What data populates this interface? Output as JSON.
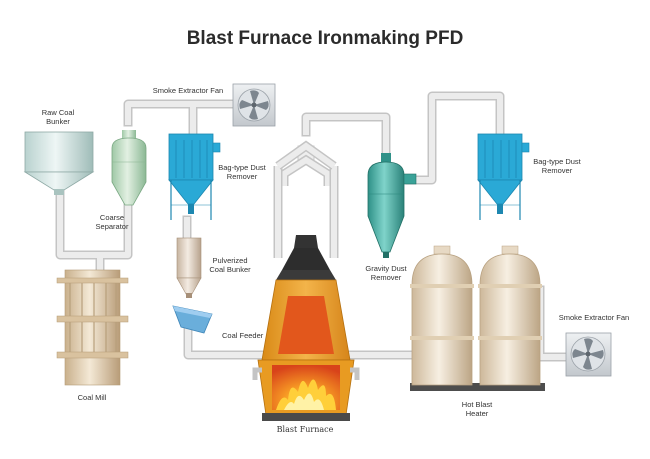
{
  "title": "Blast Furnace Ironmaking PFD",
  "labels": {
    "raw_coal_bunker": [
      "Raw Coal",
      "Bunker"
    ],
    "coarse_separator": [
      "Coarse",
      "Separator"
    ],
    "coal_mill": "Coal Mill",
    "smoke_fan_top": "Smoke Extractor Fan",
    "bag_dust_left": [
      "Bag-type Dust",
      "Remover"
    ],
    "pulverized_bunker": [
      "Pulverized",
      "Coal Bunker"
    ],
    "coal_feeder": "Coal Feeder",
    "blast_furnace": "Blast Furnace",
    "gravity_dust": [
      "Gravity Dust",
      "Remover"
    ],
    "bag_dust_right": [
      "Bag-type Dust",
      "Remover"
    ],
    "smoke_fan_right": "Smoke Extractor Fan",
    "hot_blast_heater": [
      "Hot Blast",
      "Heater"
    ]
  },
  "colors": {
    "pipe": "#e6e6e6",
    "pipe_edge": "#c4c4c4",
    "bag_filter": "#2aa9d6",
    "cyclone": "#4cb3aa",
    "furnace_outer": "#e9a126",
    "furnace_inner": "#e2571c",
    "heater": "#e8d9c2",
    "coal_feeder": "#6aaedb"
  }
}
